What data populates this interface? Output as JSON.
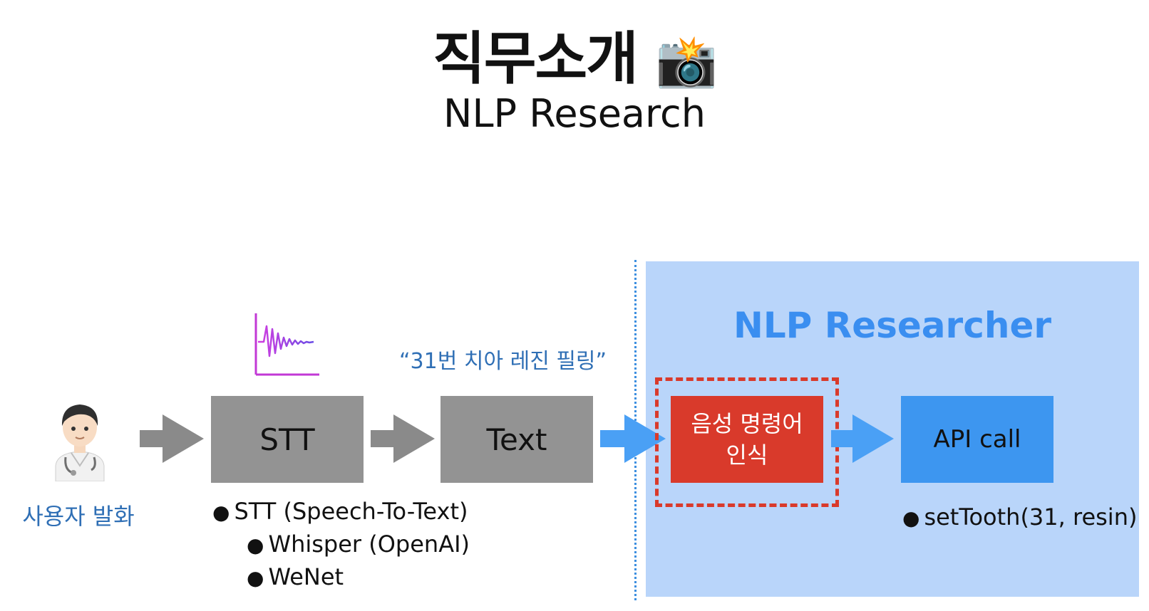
{
  "header": {
    "title": "직무소개",
    "title_emoji": "📸",
    "subtitle": "NLP Research"
  },
  "user": {
    "label": "사용자 발화"
  },
  "waveform": {
    "icon": "waveform-icon"
  },
  "stt_box": {
    "label": "STT",
    "bullets": [
      "STT (Speech-To-Text)",
      "Whisper (OpenAI)",
      "WeNet"
    ]
  },
  "text_box": {
    "label": "Text",
    "quote": "“31번 치아 레진 필링”"
  },
  "researcher": {
    "label": "NLP Researcher"
  },
  "command_box": {
    "line1": "음성 명령어",
    "line2": "인식"
  },
  "api_box": {
    "label": "API call",
    "bullets": [
      "setTooth(31, resin)"
    ]
  },
  "colors": {
    "panel": "#b9d5fa",
    "researcher_text": "#3a8ef0",
    "command_box": "#d93a2b",
    "api_box": "#3d96f0",
    "gray_box": "#939393",
    "blue_arrow": "#4aa0f5",
    "gray_arrow": "#8a8a8a"
  }
}
